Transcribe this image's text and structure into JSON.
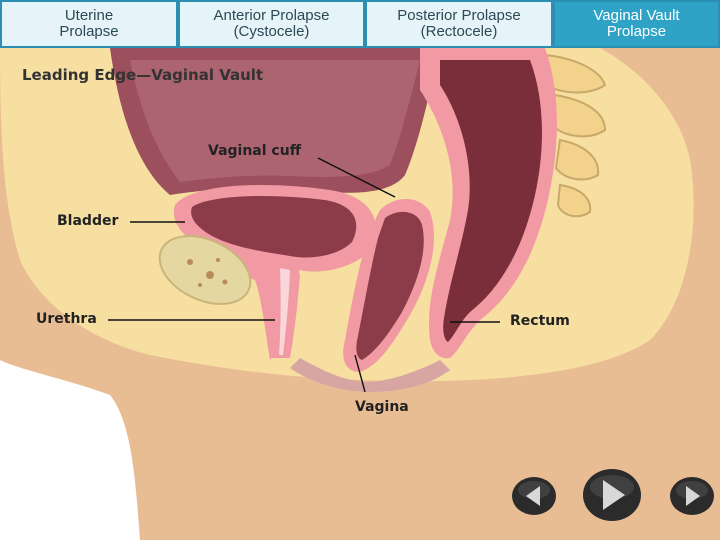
{
  "tabs": [
    {
      "line1": "Uterine",
      "line2": "Prolapse",
      "active": false
    },
    {
      "line1": "Anterior Prolapse",
      "line2": "(Cystocele)",
      "active": false
    },
    {
      "line1": "Posterior Prolapse",
      "line2": "(Rectocele)",
      "active": false
    },
    {
      "line1": "Vaginal Vault",
      "line2": "Prolapse",
      "active": true
    }
  ],
  "diagram": {
    "heading": "Leading Edge—Vaginal Vault",
    "labels": {
      "vaginal_cuff": "Vaginal cuff",
      "bladder": "Bladder",
      "urethra": "Urethra",
      "rectum": "Rectum",
      "vagina": "Vagina"
    }
  },
  "nav": {
    "prev_icon": "rewind-icon",
    "play_icon": "play-icon",
    "next_icon": "forward-icon"
  },
  "colors": {
    "active_tab": "#2ea3c6",
    "skin": "#e9bd94",
    "fat": "#f6dfa0",
    "organ_dark": "#7a2e3a"
  }
}
